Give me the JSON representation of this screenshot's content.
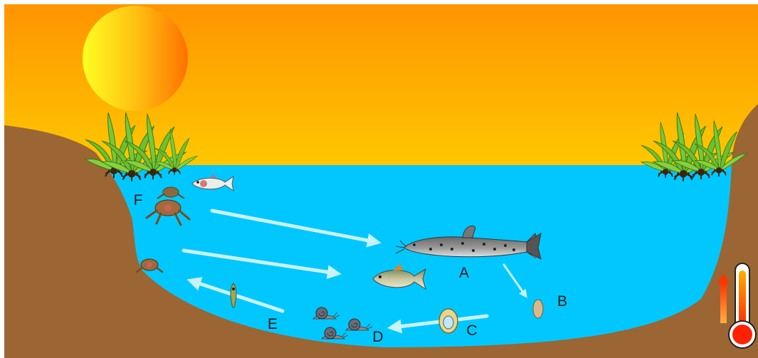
{
  "labels": {
    "a": "A",
    "b": "B",
    "c": "C",
    "d": "D",
    "e": "E",
    "f": "F"
  },
  "colors": {
    "sky_top": "#ff9a00",
    "sky_bottom": "#ffc400",
    "water": "#00c8ff",
    "bank": "#9b6633",
    "sun_left": "#ffff22",
    "sun_right": "#ff7a00",
    "arrow": "#c8f2ff",
    "thermometer_fill": "#ff3300"
  },
  "icons": [
    "sun-icon",
    "aquatic-plant-icon",
    "catfish-icon",
    "fish-icon",
    "egg-icon",
    "larva-icon",
    "snail-icon",
    "juvenile-icon",
    "frog-icon",
    "thermometer-icon",
    "rising-arrow-icon"
  ]
}
